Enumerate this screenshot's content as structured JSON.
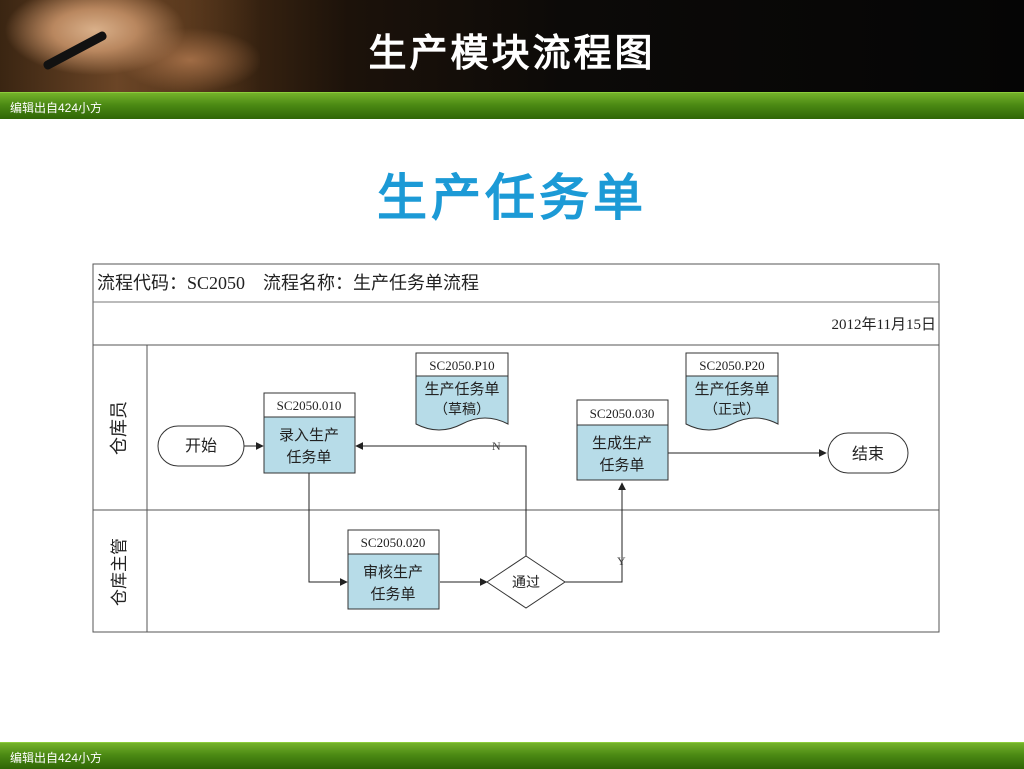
{
  "header": {
    "title": "生产模块流程图"
  },
  "band": {
    "label": "编辑出自424小方"
  },
  "slide": {
    "title": "生产任务单"
  },
  "flowchart": {
    "info_row": "流程代码：SC2050　流程名称：生产任务单流程",
    "date": "2012年11月15日",
    "lanes": {
      "upper": "仓库员",
      "lower": "仓库主管"
    },
    "nodes": {
      "start": "开始",
      "end": "结束",
      "task_010": {
        "code": "SC2050.010",
        "line1": "录入生产",
        "line2": "任务单"
      },
      "task_020": {
        "code": "SC2050.020",
        "line1": "审核生产",
        "line2": "任务单"
      },
      "task_030": {
        "code": "SC2050.030",
        "line1": "生成生产",
        "line2": "任务单"
      },
      "decision": "通过",
      "doc_p10": {
        "code": "SC2050.P10",
        "line1": "生产任务单",
        "line2": "（草稿）"
      },
      "doc_p20": {
        "code": "SC2050.P20",
        "line1": "生产任务单",
        "line2": "（正式）"
      }
    },
    "edge_labels": {
      "no": "N",
      "yes": "Y"
    }
  },
  "colors": {
    "process_fill": "#b7dce8",
    "title_blue": "#1c9ad6",
    "band_green": "#4c8a14"
  }
}
